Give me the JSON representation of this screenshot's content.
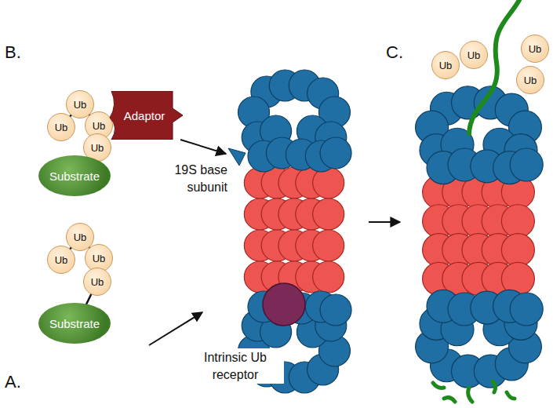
{
  "diagram": {
    "nodes": [
      {
        "text": [
          "Ub"
        ]
      },
      {
        "text": [
          "Ub"
        ]
      },
      {
        "text": [
          "Ub"
        ]
      },
      {
        "text": [
          "Ub"
        ]
      },
      {
        "text": [
          "Adaptor"
        ]
      },
      {
        "text": [
          "Substrate"
        ]
      },
      {
        "text": [
          "Ub"
        ]
      },
      {
        "text": [
          "Ub"
        ]
      },
      {
        "text": [
          "Ub"
        ]
      },
      {
        "text": [
          "Ub"
        ]
      },
      {
        "text": [
          "Ub"
        ]
      },
      {
        "text": [
          "Ub"
        ]
      },
      {
        "text": [
          "Ub"
        ]
      },
      {
        "text": [
          "Ub"
        ]
      },
      {
        "text": [
          "Substrate"
        ]
      }
    ],
    "labels": [
      "B.",
      "C.",
      "19S base subunit",
      "Intrinsic Ub receptor",
      "A."
    ]
  }
}
